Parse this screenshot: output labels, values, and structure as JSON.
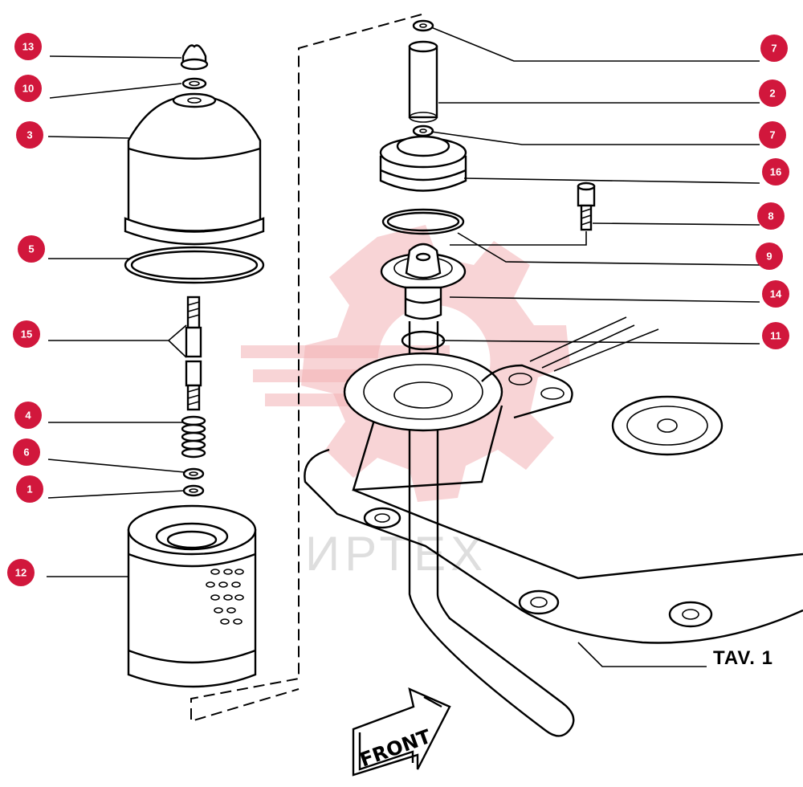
{
  "watermark": {
    "text": "ИРТЕХ"
  },
  "plate_label": "TAV. 1",
  "front_label": "FRONT",
  "callouts_left": [
    "13",
    "10",
    "3",
    "5",
    "15",
    "4",
    "6",
    "1",
    "12"
  ],
  "callouts_right": [
    "7",
    "2",
    "7",
    "16",
    "8",
    "9",
    "14",
    "11"
  ],
  "colors": {
    "callout": "#d1173c",
    "watermark": "#f3b0b5"
  }
}
